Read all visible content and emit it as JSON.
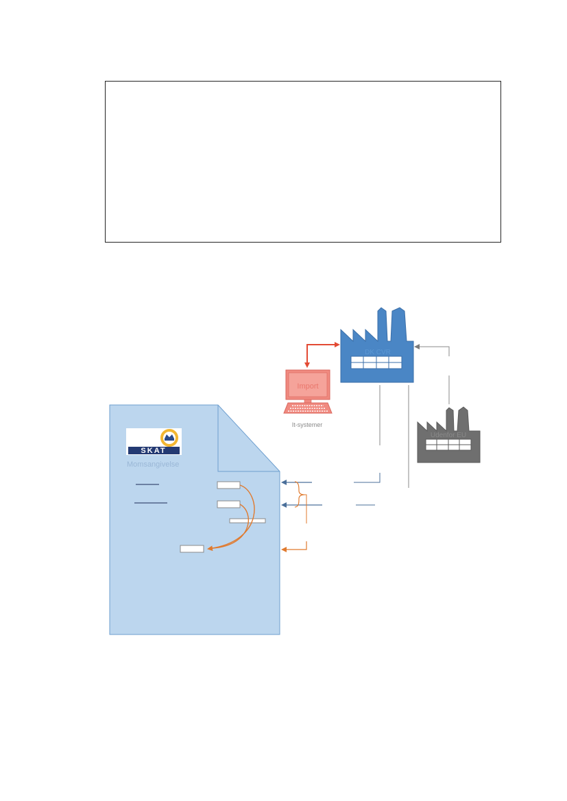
{
  "diagram": {
    "factory_dk": {
      "label": "DK CVR",
      "color": "#4a86c5"
    },
    "factory_eu": {
      "label": "Udenfor EU",
      "color": "#6f6f6f"
    },
    "computer": {
      "screen_label": "Import",
      "caption": "It-systemer",
      "color": "#f08a80"
    },
    "form": {
      "logo_text": "SKAT",
      "title": "Momsangivelse",
      "fill_color": "#bcd6ee"
    },
    "colors": {
      "red_arrow": "#e34a33",
      "blue_arrow": "#4a6f9a",
      "orange_arrow": "#e07a2e",
      "grey_line": "#8a8a8a"
    }
  }
}
